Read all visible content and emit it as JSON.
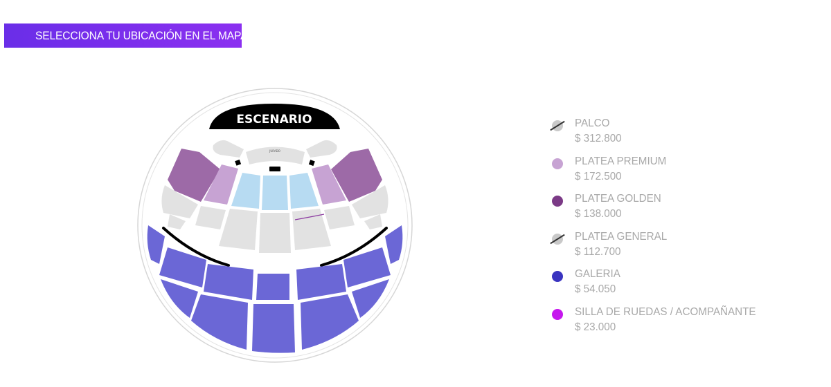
{
  "header": {
    "title": "SELECCIONA TU UBICACIÓN EN EL MAPA"
  },
  "map": {
    "stage_label": "ESCENARIO",
    "jury_label": "JURADO",
    "colors": {
      "palco": "#9d6aa7",
      "platea_premium": "#c7a3d3",
      "platea_general_light": "#b7dbf2",
      "unavailable": "#e2e2e2",
      "galeria": "#6b67d6",
      "stage": "#000000"
    }
  },
  "legend": [
    {
      "name": "PALCO",
      "price": "$ 312.800",
      "color": "#c9c9c9",
      "status": "sold-out"
    },
    {
      "name": "PLATEA PREMIUM",
      "price": "$ 172.500",
      "color": "#c7a3d3",
      "status": "available"
    },
    {
      "name": "PLATEA GOLDEN",
      "price": "$ 138.000",
      "color": "#7b3a86",
      "status": "available"
    },
    {
      "name": "PLATEA GENERAL",
      "price": "$ 112.700",
      "color": "#c9c9c9",
      "status": "sold-out"
    },
    {
      "name": "GALERIA",
      "price": "$ 54.050",
      "color": "#3a34c0",
      "status": "available"
    },
    {
      "name": "SILLA DE RUEDAS / ACOMPAÑANTE",
      "price": "$ 23.000",
      "color": "#c617ee",
      "status": "available"
    }
  ]
}
